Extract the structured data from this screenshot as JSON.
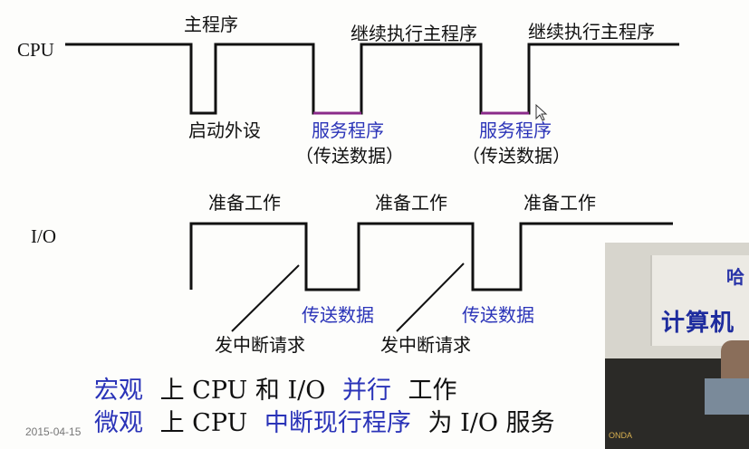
{
  "rows": {
    "cpu": "CPU",
    "io": "I/O"
  },
  "cpu_labels": {
    "main_program": "主程序",
    "start_device": "启动外设",
    "continue_1": "继续执行主程序",
    "continue_2": "继续执行主程序",
    "service_1": "服务程序",
    "transfer_paren_1": "（传送数据）",
    "service_2": "服务程序",
    "transfer_paren_2": "（传送数据）"
  },
  "io_labels": {
    "prepare_1": "准备工作",
    "prepare_2": "准备工作",
    "prepare_3": "准备工作",
    "transfer_1": "传送数据",
    "transfer_2": "传送数据",
    "interrupt_1": "发中断请求",
    "interrupt_2": "发中断请求"
  },
  "summary": {
    "line1": [
      "宏观",
      "上 CPU 和 I/O",
      "并行",
      "工作"
    ],
    "line2": [
      "微观",
      "上 CPU",
      "中断现行程序",
      "为 I/O 服务"
    ]
  },
  "footer": {
    "date": "2015-04-15"
  },
  "video": {
    "sign_top": "哈",
    "sign_main": "计算机",
    "device": "ONDA"
  },
  "colors": {
    "text_blue": "#2a33b8",
    "service_segment": "#8a2a8a",
    "line": "#111111"
  }
}
